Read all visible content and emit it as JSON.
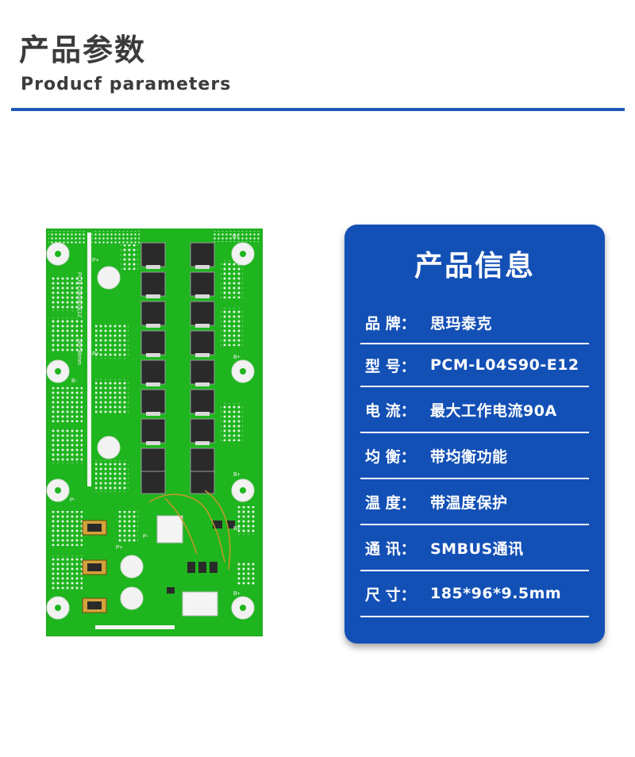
{
  "header": {
    "title_cn": "产品参数",
    "title_en": "Producf parameters"
  },
  "product": {
    "pcb_label": "PCM-L04S90-E12",
    "pcb_size": "185*96mm",
    "pad_labels": [
      "B+",
      "B-",
      "P+",
      "P-",
      "P+",
      "B+",
      "B+",
      "B+",
      "B+",
      "P+",
      "P-"
    ]
  },
  "info": {
    "title": "产品信息",
    "rows": [
      {
        "label": "品 牌：",
        "value": "思玛泰克"
      },
      {
        "label": "型 号：",
        "value": "PCM-L04S90-E12"
      },
      {
        "label": "电 流：",
        "value": "最大工作电流90A"
      },
      {
        "label": "均 衡：",
        "value": "带均衡功能"
      },
      {
        "label": "温 度：",
        "value": "带温度保护"
      },
      {
        "label": "通 讯：",
        "value": "SMBUS通讯"
      },
      {
        "label": "尺 寸：",
        "value": "185*96*9.5mm"
      }
    ]
  },
  "colors": {
    "heading": "#3b3b3b",
    "accent_blue": "#1f57b8",
    "card_blue": "#1350b6",
    "pcb_green": "#1fb51f"
  }
}
